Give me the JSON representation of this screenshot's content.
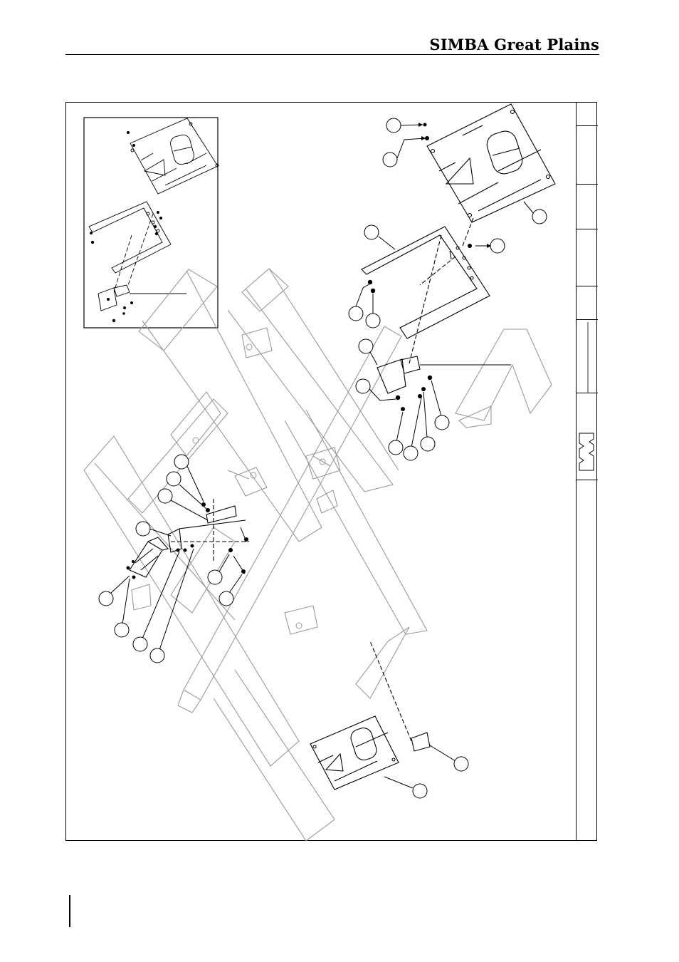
{
  "header": {
    "brand": "SIMBA Great Plains"
  },
  "drawing": {
    "type": "exploded parts diagram",
    "callout_count": 27,
    "icons": [
      "lamp-icon",
      "reflector-triangle-icon",
      "bracket-icon",
      "bolt-icon",
      "nut-icon"
    ]
  }
}
